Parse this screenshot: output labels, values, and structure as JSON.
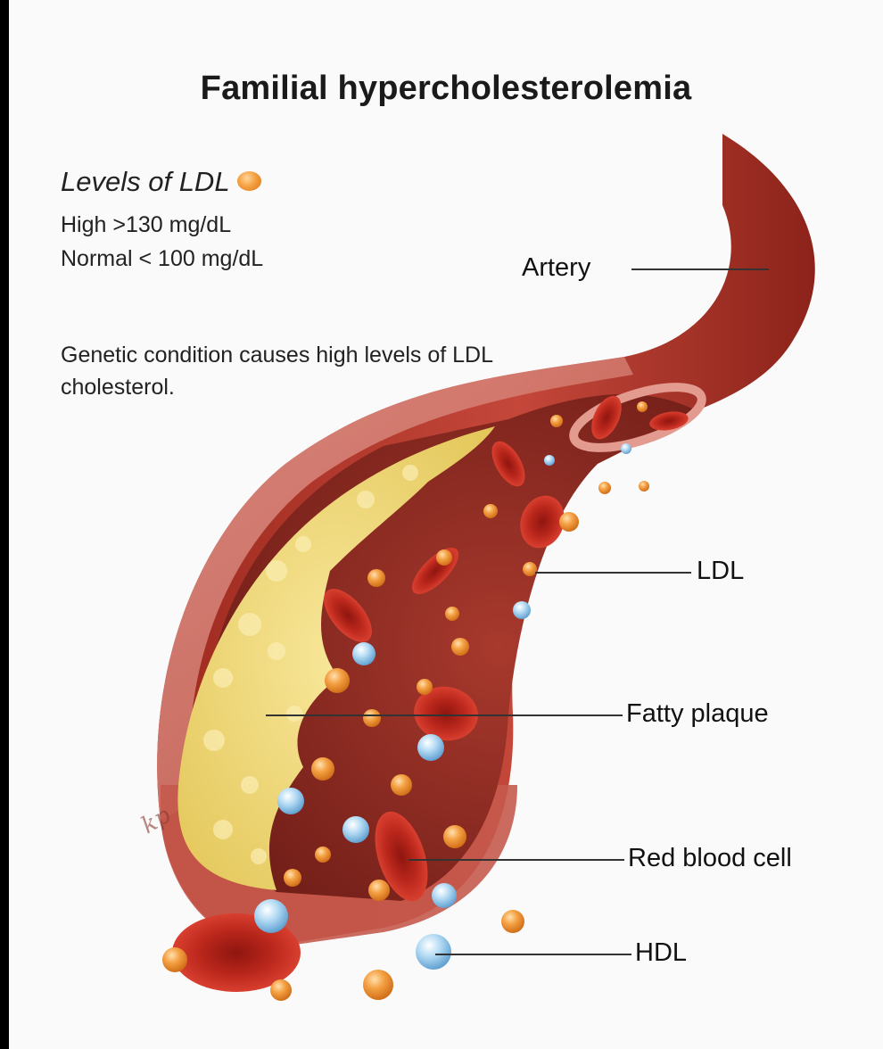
{
  "title": "Familial hypercholesterolemia",
  "ldl_levels": {
    "heading": "Levels of LDL",
    "high": "High >130 mg/dL",
    "normal": "Normal < 100 mg/dL"
  },
  "description": "Genetic condition causes high levels of LDL cholesterol.",
  "labels": {
    "artery": "Artery",
    "ldl": "LDL",
    "fatty_plaque": "Fatty plaque",
    "red_blood_cell": "Red blood cell",
    "hdl": "HDL"
  },
  "signature": "kp",
  "colors": {
    "artery_wall": "#b83a2a",
    "artery_outer": "#d4756a",
    "lumen": "#8a2a22",
    "plaque": "#f1d770",
    "red_blood_cell": "#c0281d",
    "ldl_particle": "#f1a043",
    "hdl_particle": "#a8d4f0"
  }
}
